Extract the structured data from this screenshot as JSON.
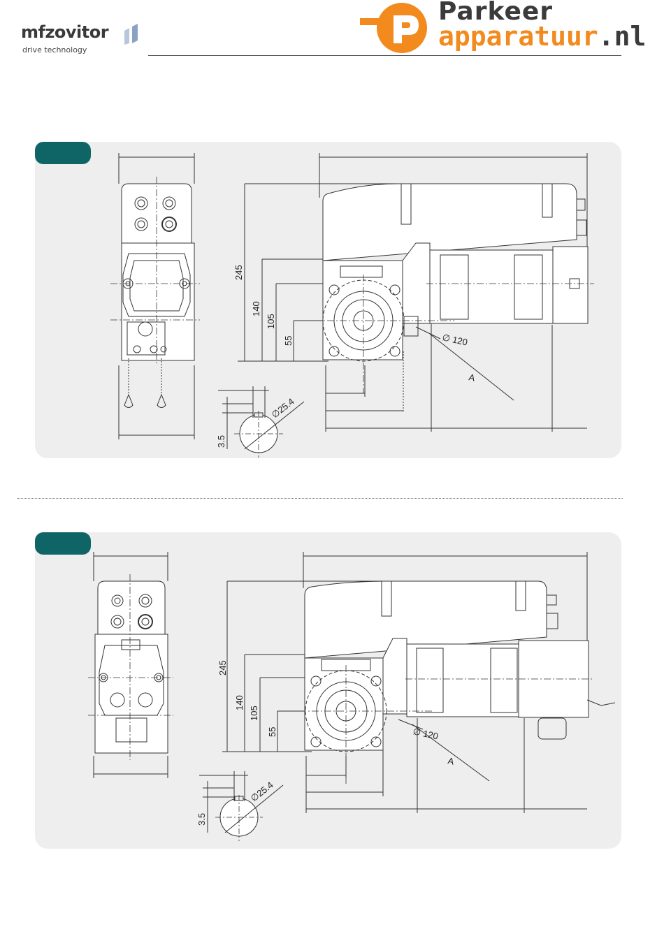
{
  "header": {
    "brand_left": {
      "name": "mfzovitor",
      "tagline": "drive technology"
    },
    "brand_right": {
      "line1": "Parkeer",
      "line2": "apparatuur",
      "tld": ".nl"
    }
  },
  "colors": {
    "tab": "#0f6466",
    "panel": "#eeeeef",
    "brand_orange": "#f28a1e",
    "brand_dark": "#3b3b3b",
    "mfz_blue": "#8aa2c4"
  },
  "drawings": [
    {
      "dims": {
        "h245": "245",
        "h140": "140",
        "h105": "105",
        "h55": "55",
        "dia120": "∅ 120",
        "label_a": "A",
        "shaft_dia": "∅25.4",
        "keyway": "3.5"
      }
    },
    {
      "dims": {
        "h245": "245",
        "h140": "140",
        "h105": "105",
        "h55": "55",
        "dia120": "∅ 120",
        "label_a": "A",
        "shaft_dia": "∅25.4",
        "keyway": "3.5"
      }
    }
  ]
}
